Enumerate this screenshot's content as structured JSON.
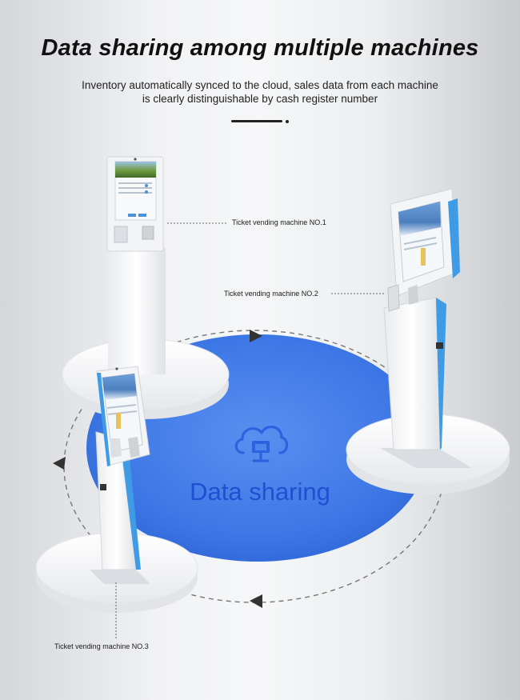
{
  "header": {
    "title": "Data sharing among multiple machines",
    "subtitle_line1": "Inventory automatically synced to the cloud, sales data from each machine",
    "subtitle_line2": "is clearly distinguishable by cash register number"
  },
  "center": {
    "label": "Data sharing",
    "icon": "cloud-computer-icon"
  },
  "machines": [
    {
      "label": "Ticket vending machine NO.1"
    },
    {
      "label": "Ticket vending machine NO.2"
    },
    {
      "label": "Ticket vending machine NO.3"
    }
  ],
  "colors": {
    "accent_blue": "#2a62e0",
    "disc_blue": "#3e78e6",
    "kiosk_stripe": "#3f9be6"
  }
}
